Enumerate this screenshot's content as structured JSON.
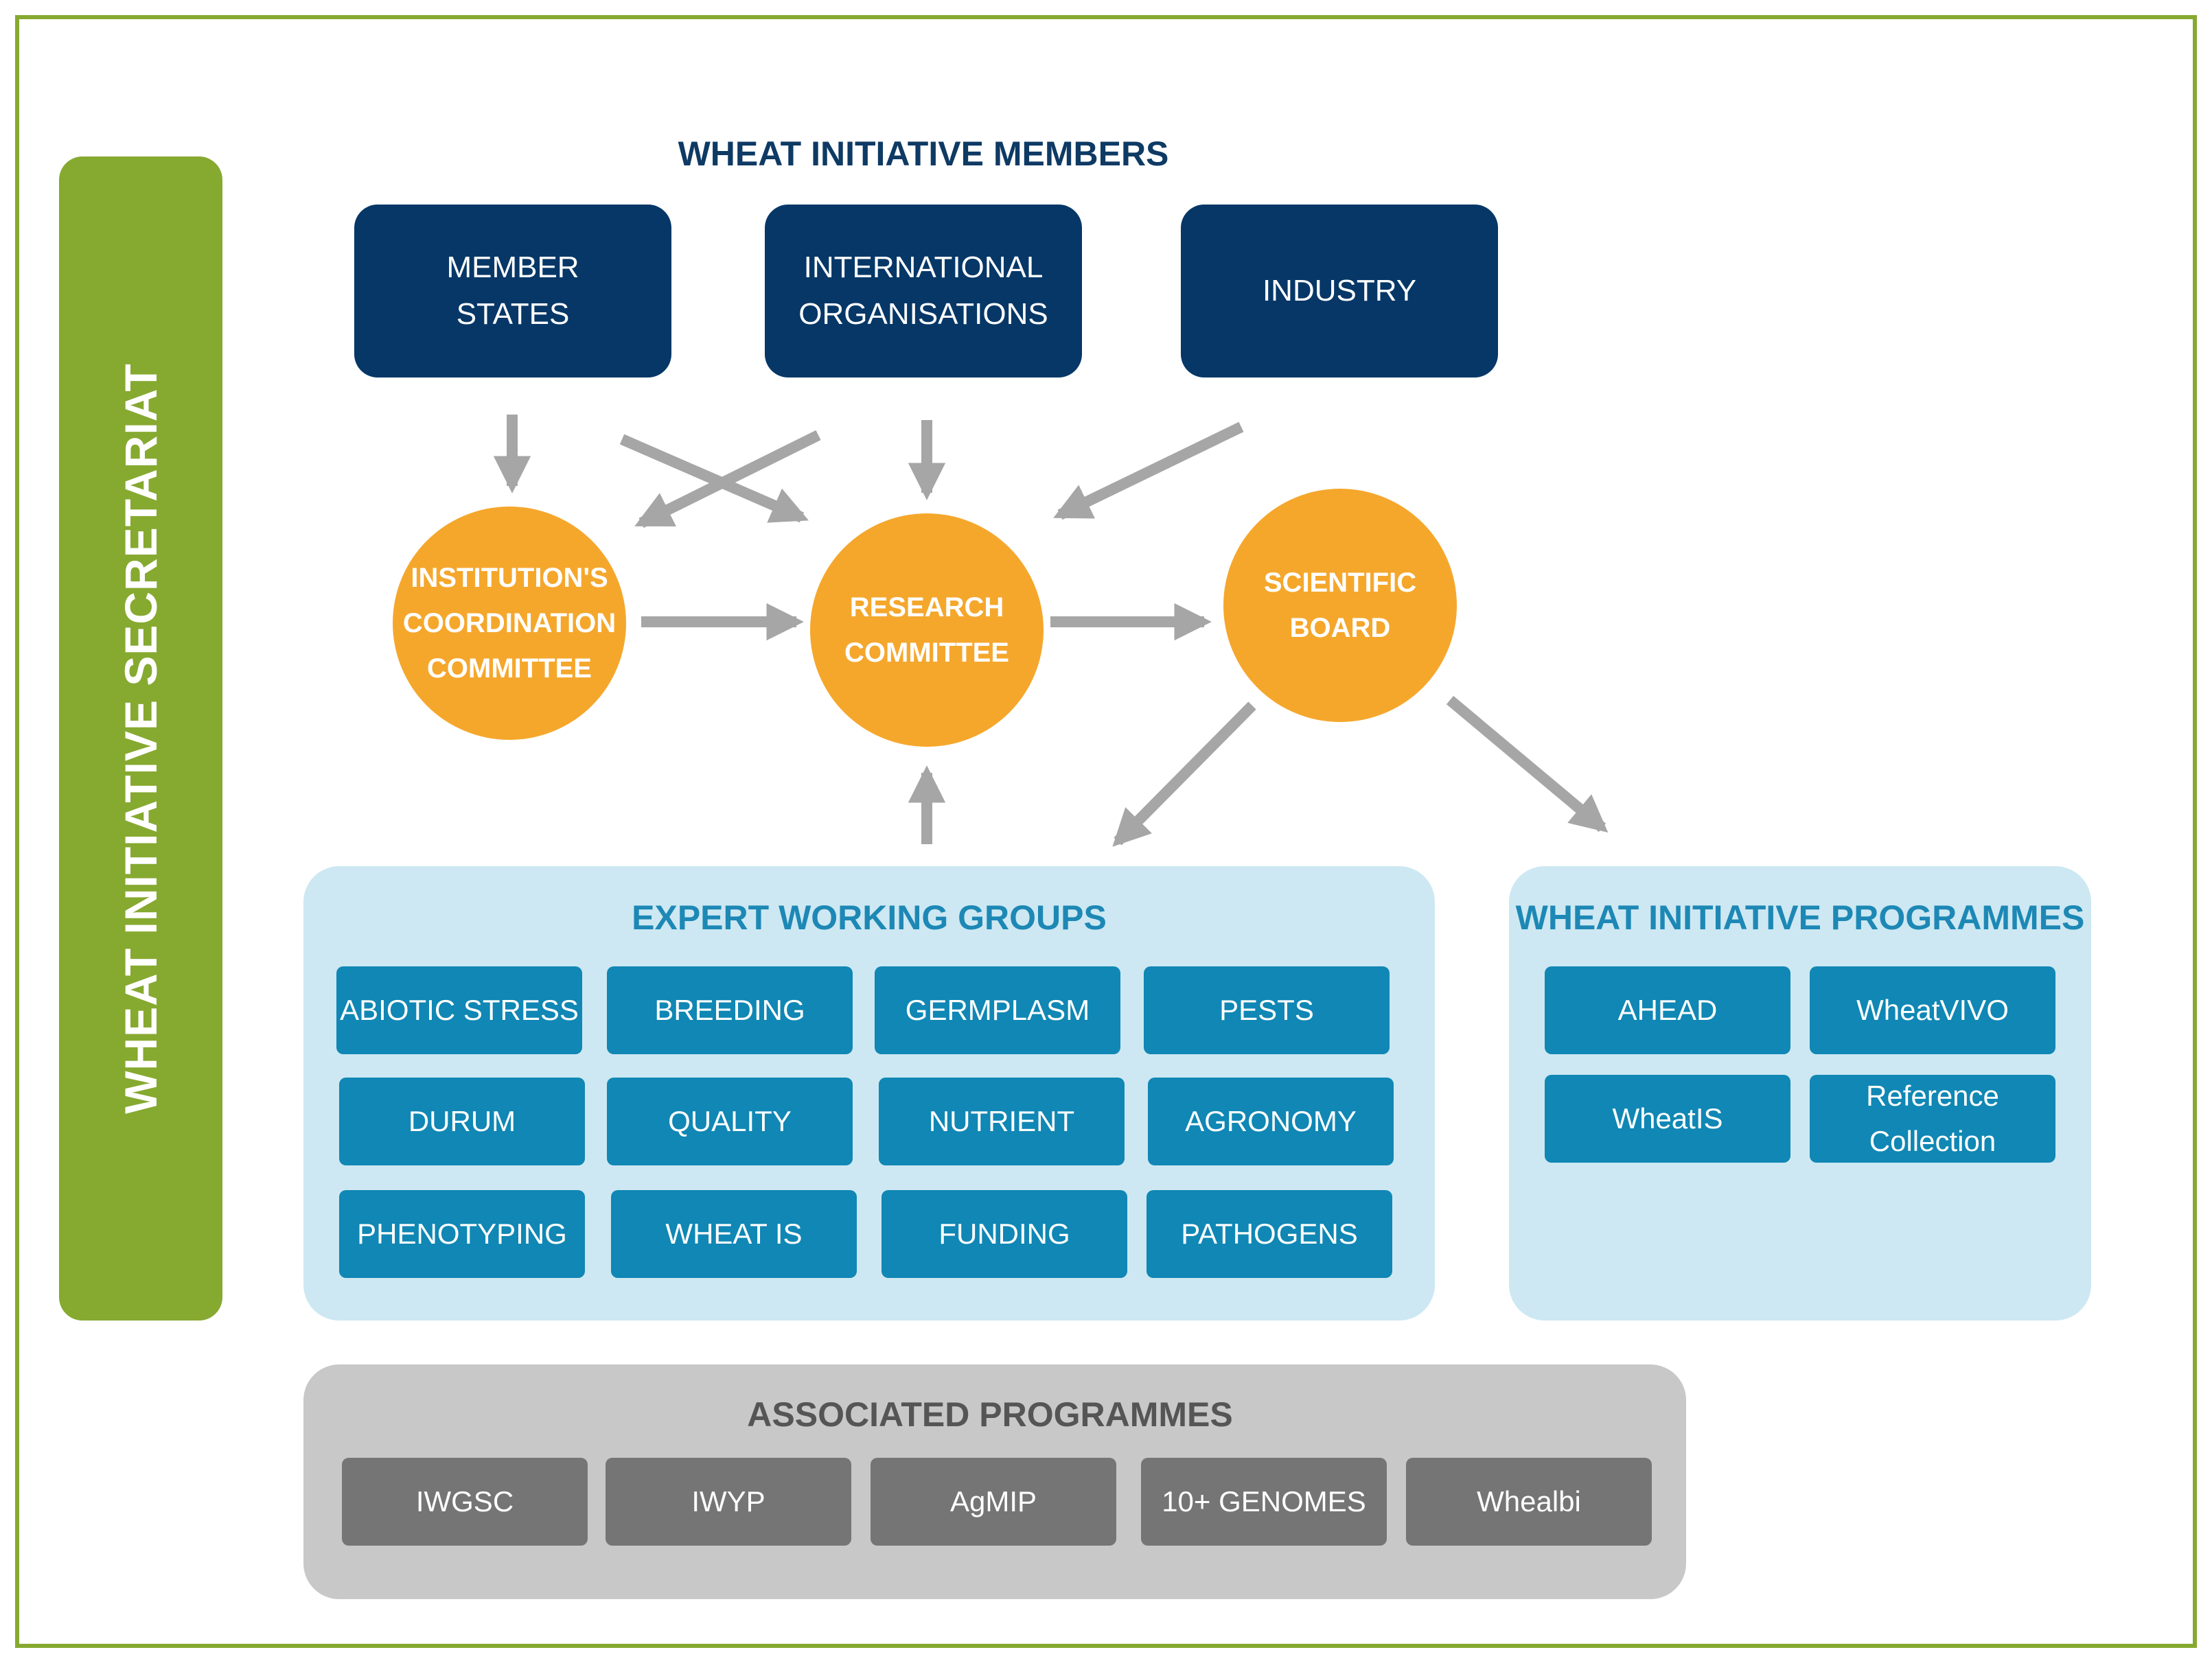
{
  "secretariat": {
    "label": "WHEAT INITIATIVE SECRETARIAT"
  },
  "members": {
    "title": "WHEAT INITIATIVE MEMBERS",
    "items": [
      "MEMBER\nSTATES",
      "INTERNATIONAL\nORGANISATIONS",
      "INDUSTRY"
    ]
  },
  "committees": {
    "institution": "INSTITUTION'S\nCOORDINATION\nCOMMITTEE",
    "research": "RESEARCH\nCOMMITTEE",
    "scientific": "SCIENTIFIC\nBOARD"
  },
  "expert_working_groups": {
    "title": "EXPERT WORKING GROUPS",
    "items": [
      "ABIOTIC STRESS",
      "BREEDING",
      "GERMPLASM",
      "PESTS",
      "DURUM",
      "QUALITY",
      "NUTRIENT",
      "AGRONOMY",
      "PHENOTYPING",
      "WHEAT IS",
      "FUNDING",
      "PATHOGENS"
    ]
  },
  "programmes": {
    "title": "WHEAT INITIATIVE PROGRAMMES",
    "items": [
      "AHEAD",
      "WheatVIVO",
      "WheatIS",
      "Reference\nCollection"
    ]
  },
  "associated": {
    "title": "ASSOCIATED PROGRAMMES",
    "items": [
      "IWGSC",
      "IWYP",
      "AgMIP",
      "10+ GENOMES",
      "Whealbi"
    ]
  },
  "colors": {
    "frame_green": "#86a930",
    "member_navy": "#063767",
    "committee_orange": "#f5a72c",
    "group_blue": "#1087b4",
    "panel_light_blue": "#cde8f2",
    "associated_grey": "#757575",
    "arrow_grey": "#a6a6a6"
  }
}
